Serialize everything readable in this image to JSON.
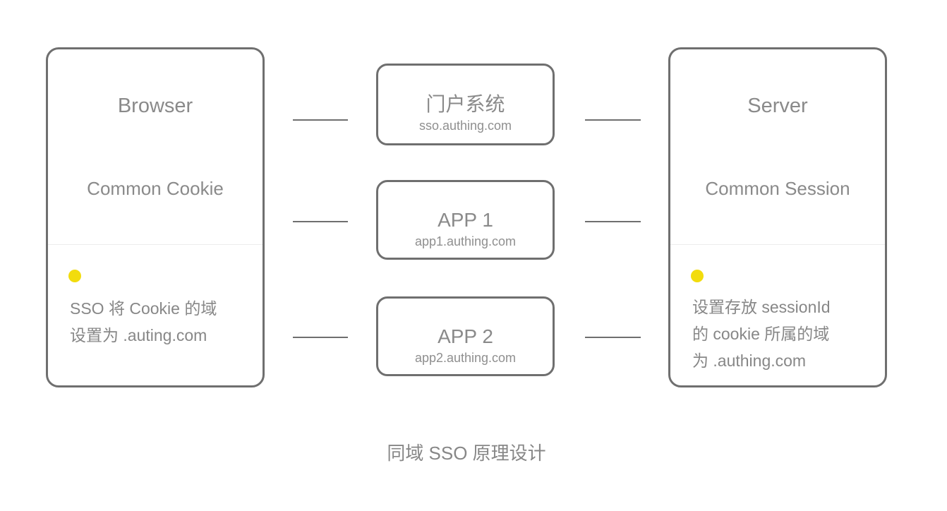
{
  "diagram": {
    "caption": "同域 SSO 原理设计",
    "browser_panel": {
      "title": "Browser",
      "subtitle": "Common Cookie",
      "note": "SSO 将 Cookie 的域\n设置为 .auting.com"
    },
    "server_panel": {
      "title": "Server",
      "subtitle": "Common Session",
      "note": "设置存放 sessionId\n的 cookie 所属的域\n为 .authing.com"
    },
    "nodes": [
      {
        "title": "门户系统",
        "domain": "sso.authing.com"
      },
      {
        "title": "APP 1",
        "domain": "app1.authing.com"
      },
      {
        "title": "APP 2",
        "domain": "app2.authing.com"
      }
    ],
    "colors": {
      "box_border": "#6f6f6f",
      "text_gray": "#8a8a8a",
      "divider": "#ececec",
      "bullet_yellow": "#f2dc0d"
    }
  }
}
